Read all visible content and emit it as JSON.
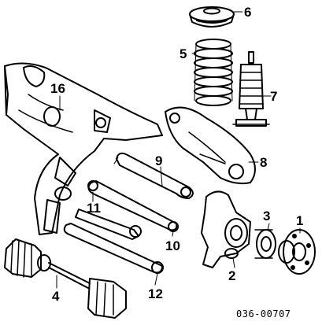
{
  "diagram": {
    "id_code": "036-00707",
    "callouts": [
      "1",
      "2",
      "3",
      "4",
      "5",
      "6",
      "7",
      "8",
      "9",
      "10",
      "11",
      "12",
      "16"
    ]
  }
}
